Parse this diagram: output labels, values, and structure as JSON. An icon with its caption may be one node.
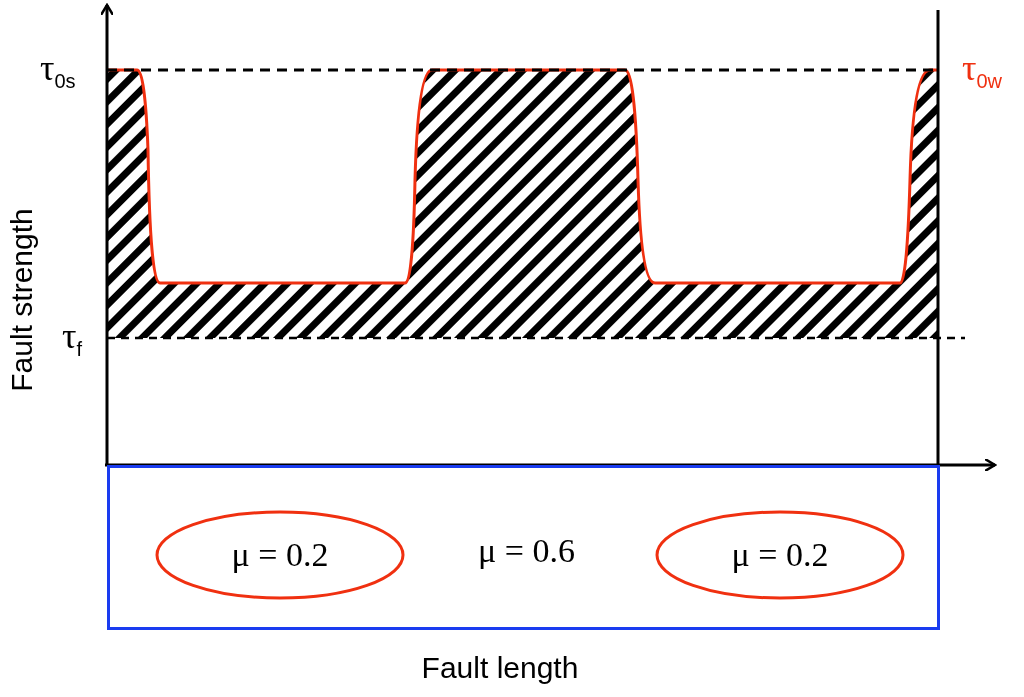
{
  "diagram": {
    "nodes": [
      {
        "text": [
          "μ = 0.6"
        ]
      },
      {
        "text": [
          "μ = 0.2"
        ],
        "in": 0
      },
      {
        "text": [
          "μ = 0.2"
        ],
        "in": 0
      }
    ],
    "labels": [
      "τ$_{0s}$",
      "τ$_{0w}$",
      "τ$_{f}$",
      "Fault strength",
      "Fault length"
    ]
  }
}
